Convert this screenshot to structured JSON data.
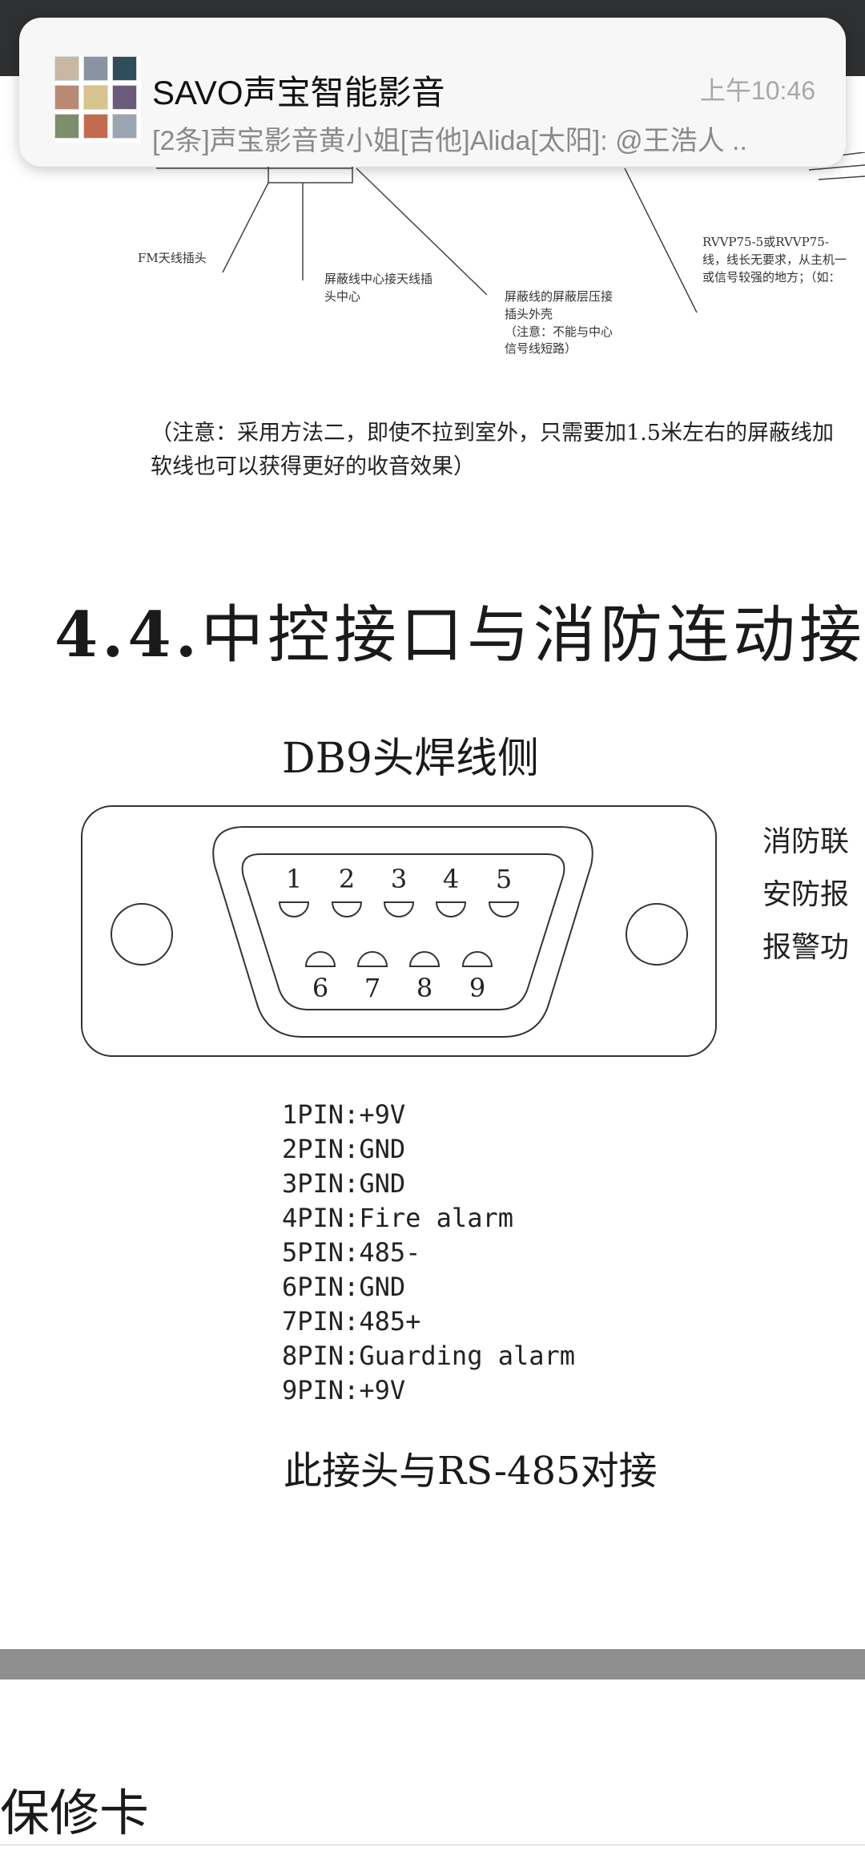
{
  "notification": {
    "app_name": "SAVO声宝智能影音",
    "time": "上午10:46",
    "message": "[2条]声宝影音黄小姐[吉他]Alida[太阳]: @王浩人 .."
  },
  "antenna_diagram": {
    "fm_plug_label": "FM天线插头",
    "shield_center_label": "屏蔽线中心接天线插\n头中心",
    "shield_layer_label": "屏蔽线的屏蔽层压接\n插头外壳\n（注意：不能与中心\n信号线短路）",
    "cable_label": "RVVP75-5或RVVP75-\n线，线长无要求，从主机一\n或信号较强的地方；（如："
  },
  "note": "（注意：采用方法二，即使不拉到室外，只需要加1.5米左右的屏蔽线加软线也可以获得更好的收音效果）",
  "section": {
    "number": "4.4.",
    "title": "中控接口与消防连动接"
  },
  "db9": {
    "title": "DB9头焊线侧",
    "top_pins": [
      "1",
      "2",
      "3",
      "4",
      "5"
    ],
    "bottom_pins": [
      "6",
      "7",
      "8",
      "9"
    ]
  },
  "side_text": [
    "消防联",
    "安防报",
    "报警功"
  ],
  "pins": [
    "1PIN:+9V",
    "2PIN:GND",
    "3PIN:GND",
    "4PIN:Fire alarm",
    "5PIN:485-",
    "6PIN:GND",
    "7PIN:485+",
    "8PIN:Guarding alarm",
    "9PIN:+9V"
  ],
  "rs485_note": "此接头与RS-485对接",
  "warranty_title": "保修卡",
  "colors": {
    "status_bar": "#2f3032",
    "notification_bg": "#f7f7f7",
    "grey_band": "#8f8f8f"
  }
}
